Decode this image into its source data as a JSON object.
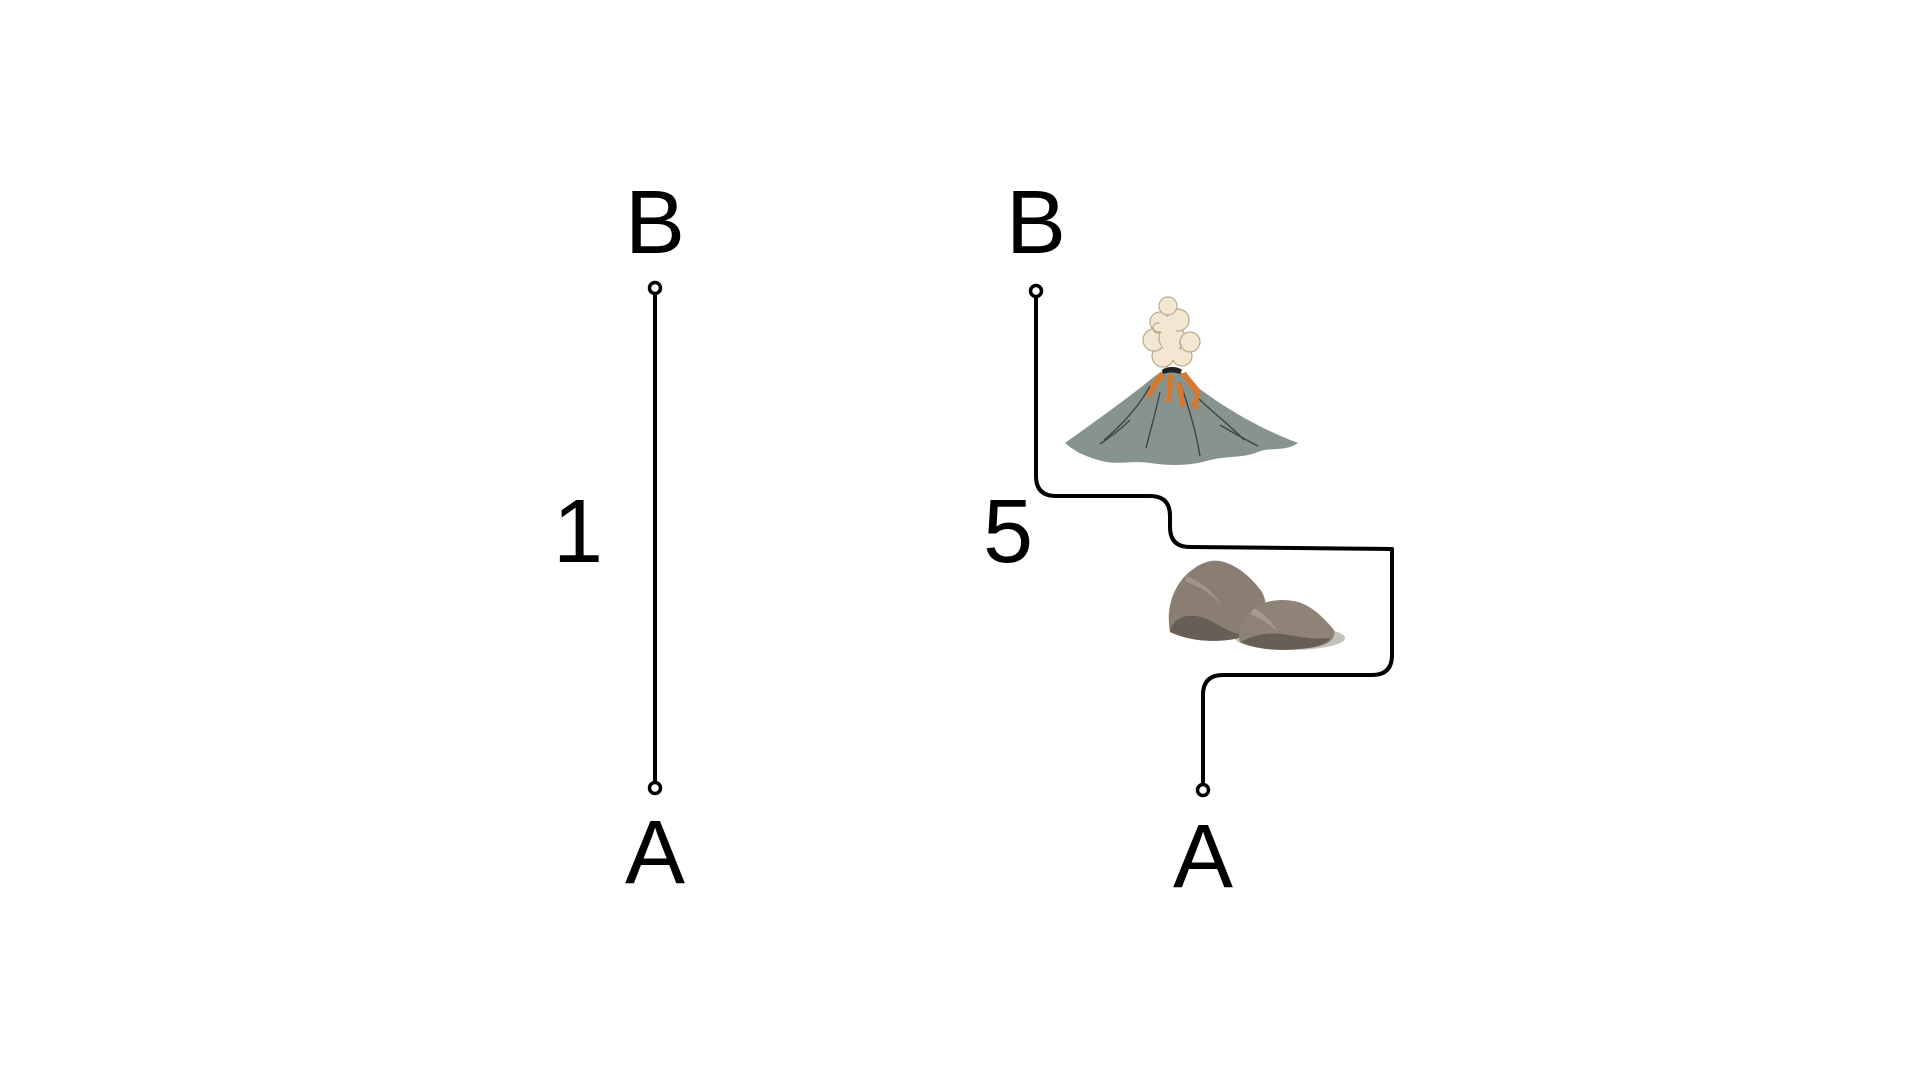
{
  "left_route": {
    "start_label": "B",
    "end_label": "A",
    "cost_label": "1"
  },
  "right_route": {
    "start_label": "B",
    "end_label": "A",
    "cost_label": "5"
  },
  "obstacles": [
    {
      "name": "volcano",
      "icon": "volcano-icon"
    },
    {
      "name": "rocks",
      "icon": "rocks-icon"
    }
  ],
  "colors": {
    "line": "#000000",
    "background": "#ffffff",
    "volcano_body": "#87938f",
    "smoke": "#f3e7d1",
    "lava": "#d8782a",
    "rock": "#8a7e72",
    "rock_shadow": "#675e55"
  }
}
